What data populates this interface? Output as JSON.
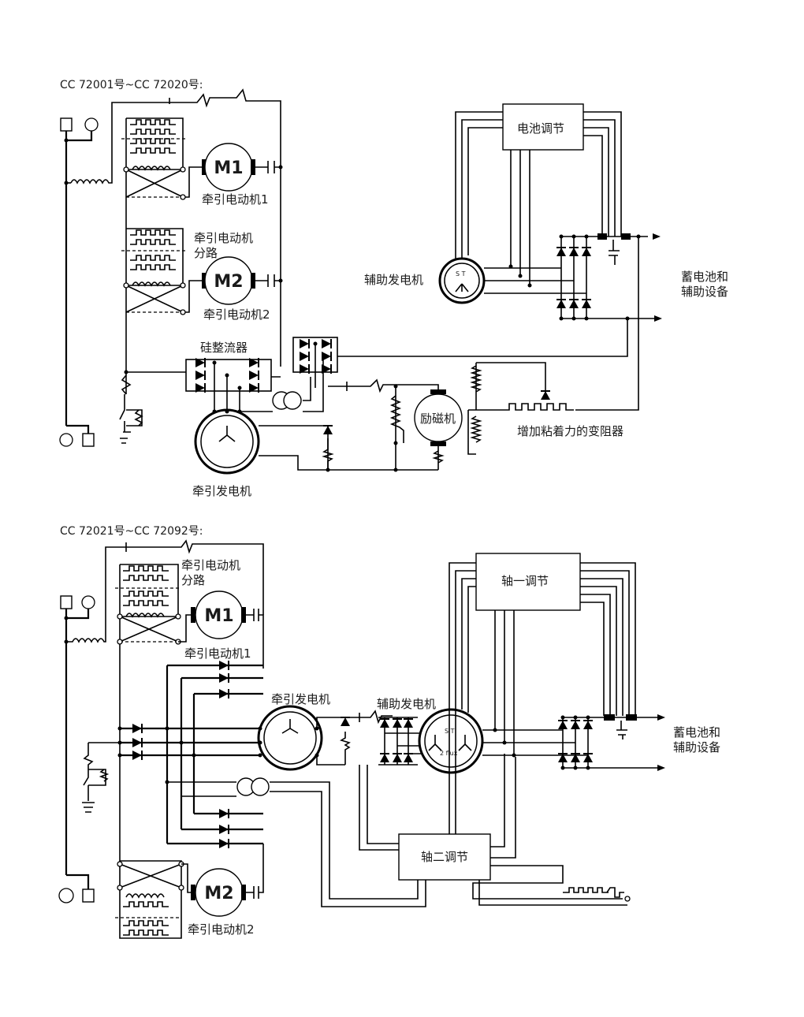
{
  "section1": {
    "header": "CC 72001号~CC 72020号:",
    "battery_regulation": "电池调节",
    "traction_motor_1": "M1",
    "traction_motor_1_label": "牵引电动机1",
    "traction_motor_2": "M2",
    "traction_motor_2_label": "牵引电动机2",
    "motor_shunt_line1": "牵引电动机",
    "motor_shunt_line2": "分路",
    "aux_generator": "辅助发电机",
    "aux_generator_st": "S T",
    "battery_aux_line1": "蓄电池和",
    "battery_aux_line2": "辅助设备",
    "silicon_rectifier": "硅整流器",
    "exciter": "励磁机",
    "adhesion_rheostat": "增加粘着力的变阻器",
    "traction_generator": "牵引发电机"
  },
  "section2": {
    "header": "CC 72021号~CC 72092号:",
    "motor_shunt_line1": "牵引电动机",
    "motor_shunt_line2": "分路",
    "traction_motor_1": "M1",
    "traction_motor_1_label": "牵引电动机1",
    "traction_generator": "牵引发电机",
    "aux_generator": "辅助发电机",
    "aux_generator_st": "S T",
    "aux_generator_flux": "2 flux",
    "axle_regulation_1": "轴一调节",
    "axle_regulation_2": "轴二调节",
    "battery_aux_line1": "蓄电池和",
    "battery_aux_line2": "辅助设备",
    "traction_motor_2": "M2",
    "traction_motor_2_label": "牵引电动机2"
  },
  "colors": {
    "line": "#000000",
    "text": "#1a1a1a",
    "background": "#ffffff"
  }
}
